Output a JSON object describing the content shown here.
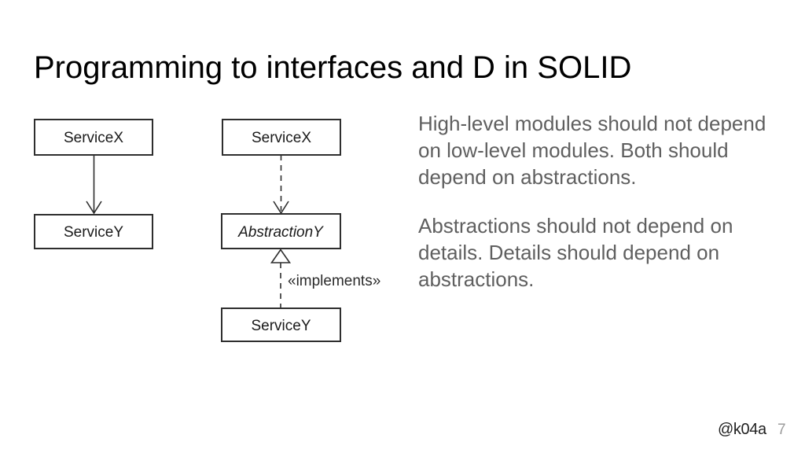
{
  "slide": {
    "title": "Programming to interfaces and D in SOLID",
    "footer": {
      "handle": "@k04a",
      "page_number": "7"
    }
  },
  "diagram": {
    "left": {
      "top_box": "ServiceX",
      "bottom_box": "ServiceY"
    },
    "right": {
      "top_box": "ServiceX",
      "middle_box": "AbstractionY",
      "bottom_box": "ServiceY",
      "edge_label": "«implements»"
    }
  },
  "body": {
    "paragraph1": "High-level modules should not depend\non low-level modules. Both should\ndepend on abstractions.",
    "paragraph2": "Abstractions should not depend on\ndetails. Details should depend on\nabstractions."
  },
  "colors": {
    "background": "#ffffff",
    "title_text": "#000000",
    "body_text": "#5f5f5f",
    "diagram_stroke": "#2e2e2e",
    "diagram_label": "#1a1a1a",
    "footer_handle": "#212121",
    "page_number": "#9b9b9b"
  }
}
